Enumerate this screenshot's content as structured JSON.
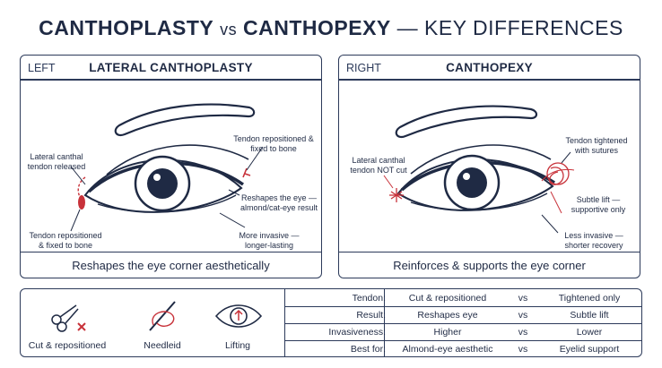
{
  "title": {
    "part1": "CANTHOPLASTY",
    "vs": "vs",
    "part2": "CANTHOPEXY",
    "part3": "— KEY DIFFERENCES"
  },
  "left": {
    "side": "LEFT",
    "heading": "LATERAL CANTHOPLASTY",
    "annotations": {
      "released": "Lateral canthal tendon released",
      "repositioned_top": "Tendon repositioned & fixed to bone",
      "reshapes": "Reshapes the eye — almond/cat-eye result",
      "repositioned_bottom": "Tendon repositioned & fixed to bone",
      "invasive": "More invasive — longer-lasting"
    },
    "footer": "Reshapes the eye corner aesthetically"
  },
  "right": {
    "side": "RIGHT",
    "heading": "CANTHOPEXY",
    "annotations": {
      "not_cut": "Lateral canthal tendon NOT cut",
      "tightened": "Tendon tightened with sutures",
      "subtle": "Subtle lift — supportive only",
      "less_invasive": "Less invasive — shorter recovery"
    },
    "footer": "Reinforces & supports the eye corner"
  },
  "icons": [
    {
      "icon": "scissors-icon",
      "label": "Cut & repositioned"
    },
    {
      "icon": "needle-icon",
      "label": "Needleid"
    },
    {
      "icon": "eye-lift-icon",
      "label": "Lifting"
    }
  ],
  "table": [
    {
      "key": "Tendon:",
      "a": "Cut & repositioned",
      "vs": "vs",
      "b": "Tightened only"
    },
    {
      "key": "Result:",
      "a": "Reshapes eye",
      "vs": "vs",
      "b": "Subtle lift"
    },
    {
      "key": "Invasiveness:",
      "a": "Higher",
      "vs": "vs",
      "b": "Lower"
    },
    {
      "key": "Best for:",
      "a": "Almond-eye aesthetic",
      "vs": "vs",
      "b": "Eyelid support"
    }
  ],
  "colors": {
    "ink": "#1f2a44",
    "accent": "#c8323a"
  }
}
